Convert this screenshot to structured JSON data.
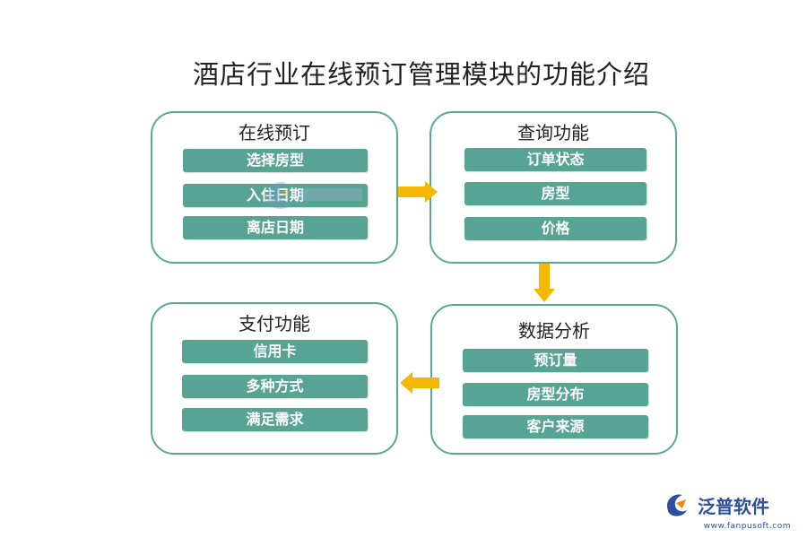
{
  "title": "酒店行业在线预订管理模块的功能介绍",
  "panels": [
    {
      "title": "在线预订",
      "items": [
        "选择房型",
        "入住日期",
        "离店日期"
      ]
    },
    {
      "title": "查询功能",
      "items": [
        "订单状态",
        "房型",
        "价格"
      ]
    },
    {
      "title": "数据分析",
      "items": [
        "预订量",
        "房型分布",
        "客户来源"
      ]
    },
    {
      "title": "支付功能",
      "items": [
        "信用卡",
        "多种方式",
        "满足需求"
      ]
    }
  ],
  "flow": [
    "在线预订 → 查询功能",
    "查询功能 → 数据分析",
    "数据分析 → 支付功能"
  ],
  "brand": {
    "name": "泛普软件",
    "url": "www.fanpusoft.com"
  },
  "colors": {
    "panel_border": "#5aa79a",
    "bar_fill": "#57a394",
    "arrow": "#f5b800",
    "brand": "#2e4f9e"
  }
}
